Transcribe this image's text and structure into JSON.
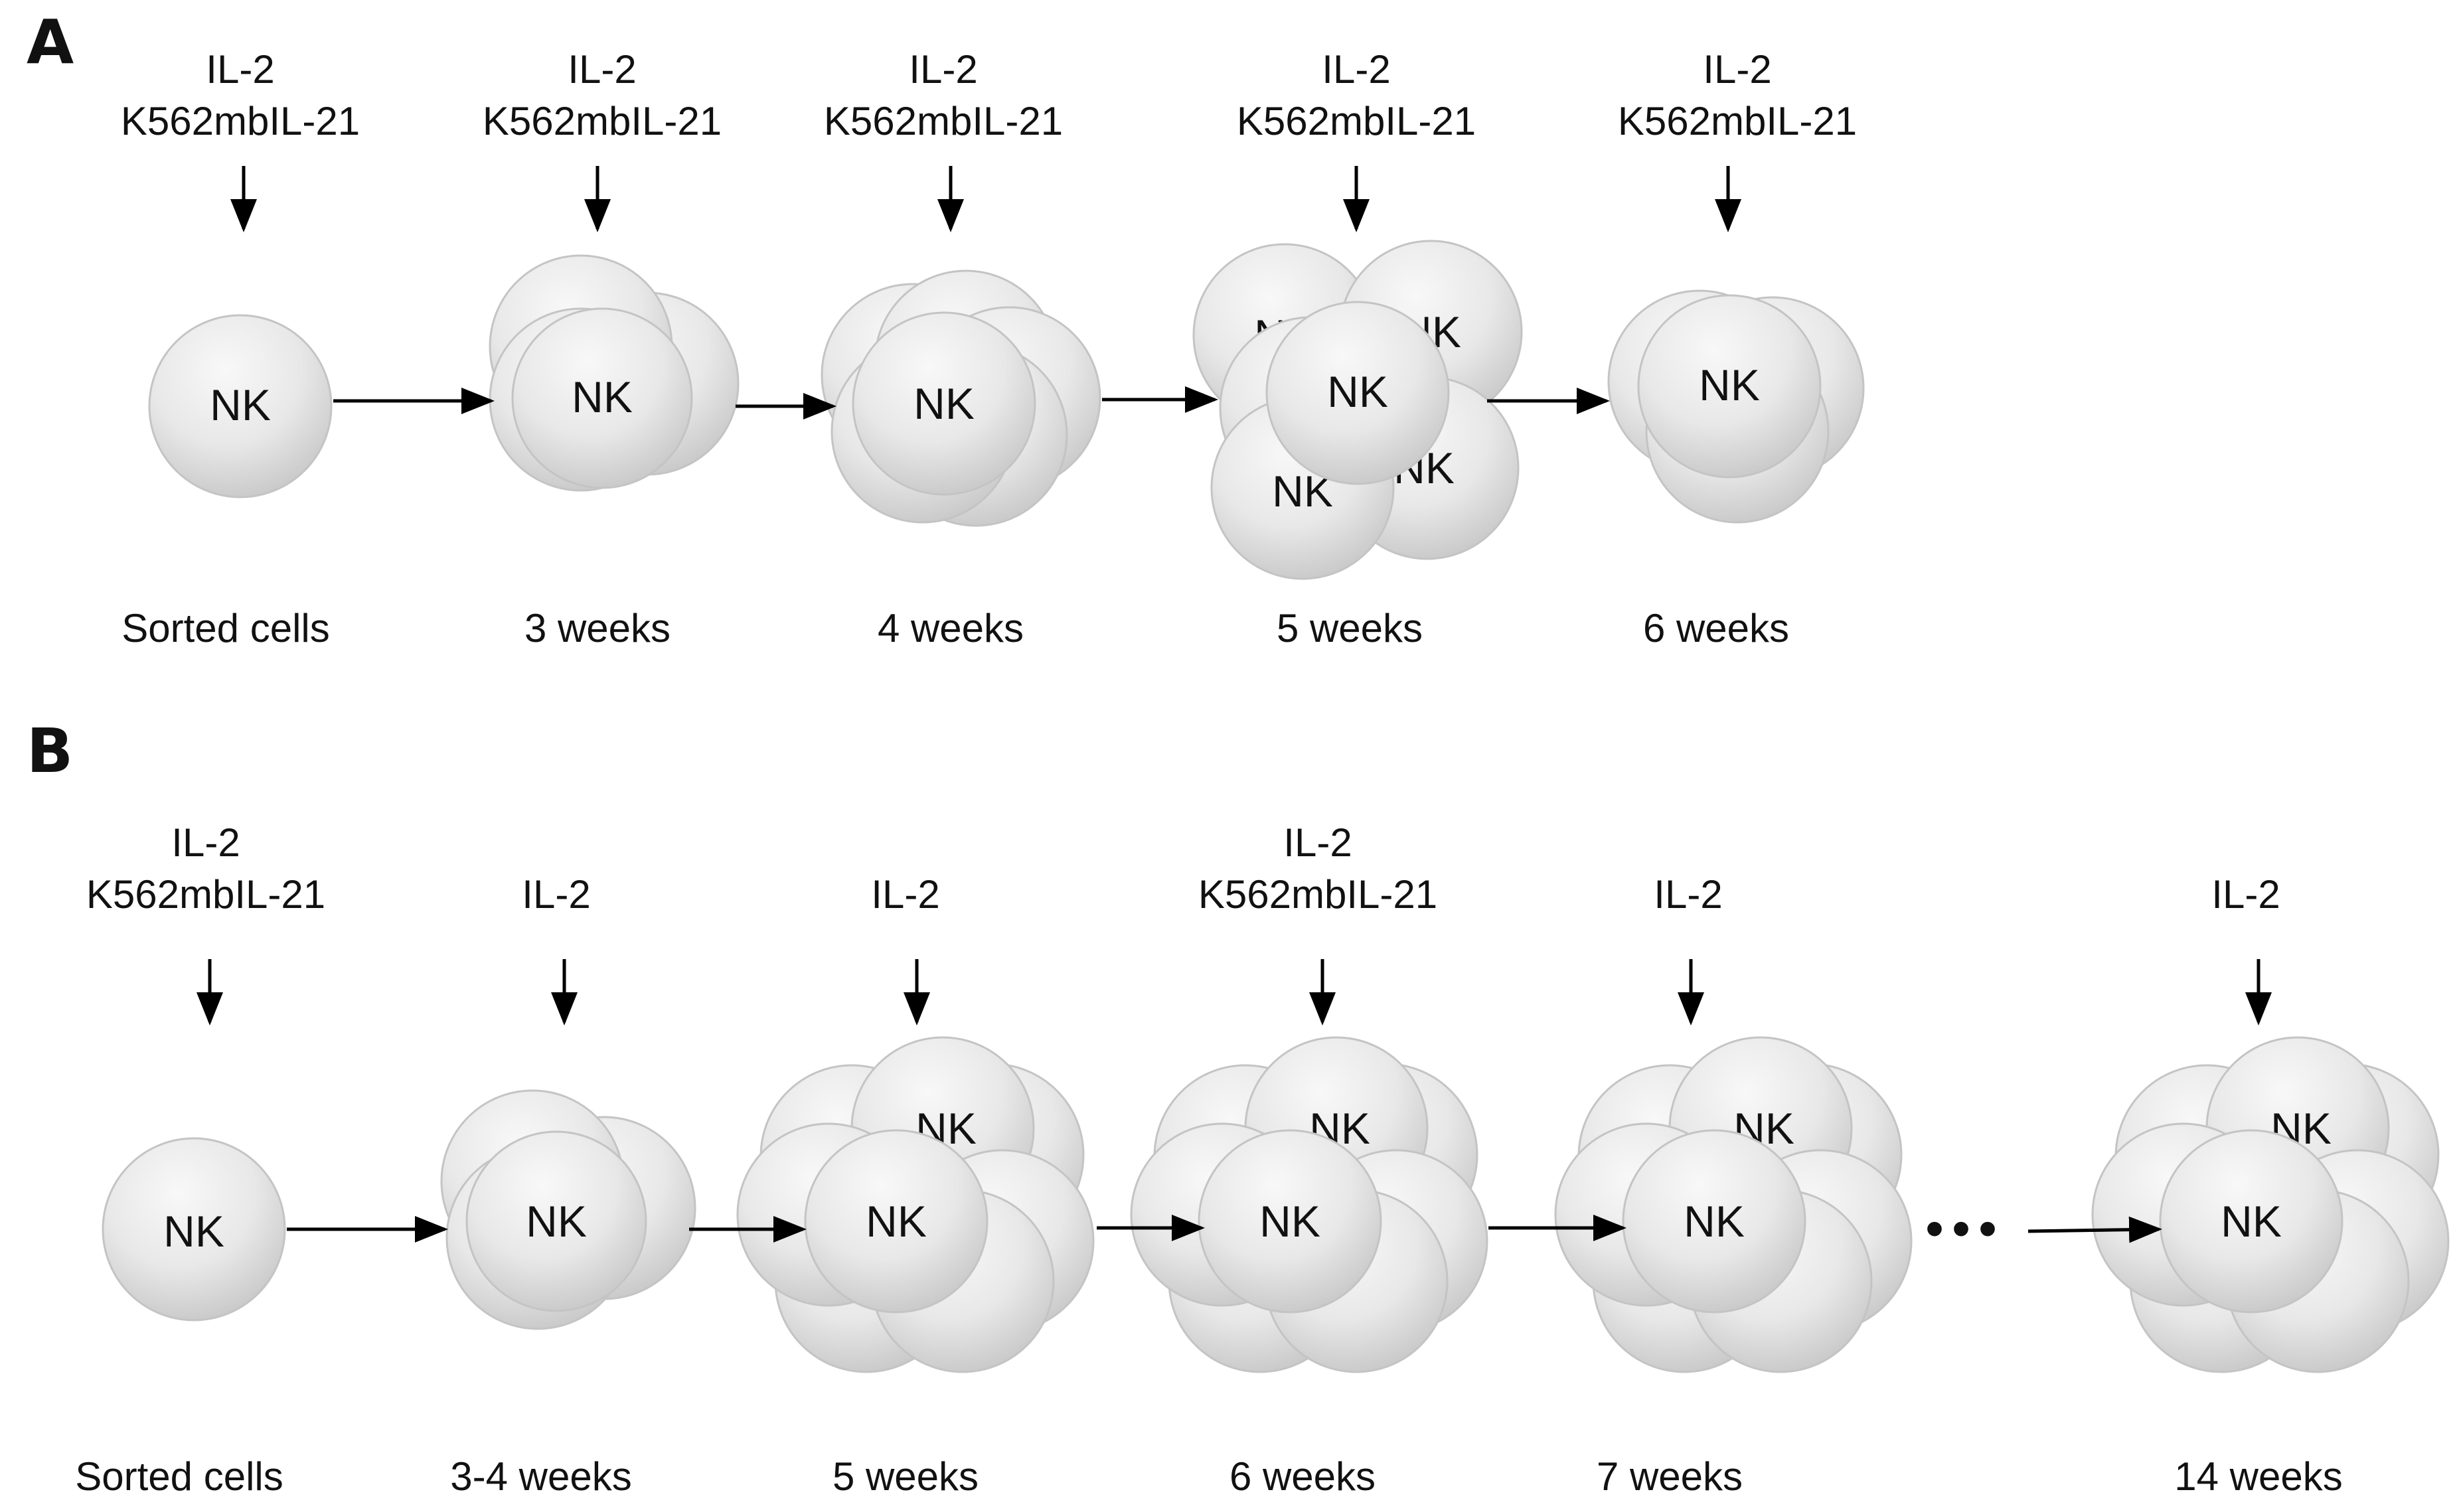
{
  "panel_a": {
    "letter": "A",
    "stages": [
      {
        "treatment": [
          "IL-2",
          "K562mbIL-21"
        ],
        "time": "Sorted cells",
        "cell_label": "NK"
      },
      {
        "treatment": [
          "IL-2",
          "K562mbIL-21"
        ],
        "time": "3 weeks",
        "cell_label": "NK"
      },
      {
        "treatment": [
          "IL-2",
          "K562mbIL-21"
        ],
        "time": "4 weeks",
        "cell_label": "NK"
      },
      {
        "treatment": [
          "IL-2",
          "K562mbIL-21"
        ],
        "time": "5 weeks",
        "cell_label": "NK"
      },
      {
        "treatment": [
          "IL-2",
          "K562mbIL-21"
        ],
        "time": "6 weeks",
        "cell_label": "NK"
      }
    ]
  },
  "panel_b": {
    "letter": "B",
    "stages": [
      {
        "treatment": [
          "IL-2",
          "K562mbIL-21"
        ],
        "time": "Sorted cells",
        "cell_label": "NK"
      },
      {
        "treatment": [
          "IL-2"
        ],
        "time": "3-4 weeks",
        "cell_label": "NK"
      },
      {
        "treatment": [
          "IL-2"
        ],
        "time": "5 weeks",
        "cell_label": "NK"
      },
      {
        "treatment": [
          "IL-2",
          "K562mbIL-21"
        ],
        "time": "6 weeks",
        "cell_label": "NK"
      },
      {
        "treatment": [
          "IL-2"
        ],
        "time": "7 weeks",
        "cell_label": "NK"
      },
      {
        "treatment": [
          "IL-2"
        ],
        "time": "14 weeks",
        "cell_label": "NK"
      }
    ],
    "ellipsis": "•••"
  },
  "colors": {
    "cell_light": "#f7f7f7",
    "cell_dark": "#c9c9c9",
    "text": "#111111"
  }
}
